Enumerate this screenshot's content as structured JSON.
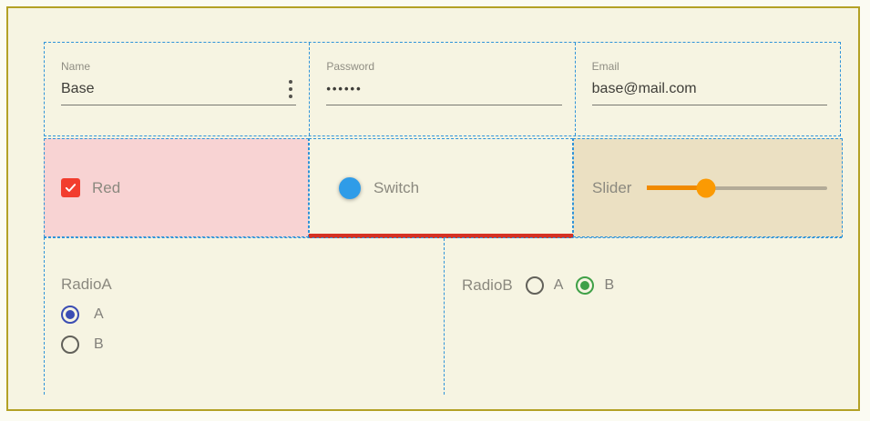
{
  "form": {
    "fields": [
      {
        "label": "Name",
        "value": "Base",
        "trailing_icon": "kebab-menu"
      },
      {
        "label": "Password",
        "value": "••••••",
        "masked": true
      },
      {
        "label": "Email",
        "value": "base@mail.com"
      }
    ],
    "checkbox": {
      "label": "Red",
      "checked": true
    },
    "switch": {
      "label": "Switch",
      "on": true
    },
    "slider": {
      "label": "Slider",
      "value_percent": 32.5
    },
    "radio_group_a": {
      "label": "RadioA",
      "orientation": "vertical",
      "options": [
        {
          "label": "A",
          "selected": true
        },
        {
          "label": "B",
          "selected": false
        }
      ]
    },
    "radio_group_b": {
      "label": "RadioB",
      "orientation": "horizontal",
      "options": [
        {
          "label": "A",
          "selected": false
        },
        {
          "label": "B",
          "selected": true
        }
      ]
    }
  },
  "colors": {
    "frame_border": "#b3a125",
    "outer_background": "#fbfbf2",
    "canvas_background": "#f6f4e2",
    "layout_guide_dashed": "#2e93d9",
    "checkbox_cell_background": "#f8d3d3",
    "slider_cell_background": "#ebe0c2",
    "error_bar": "#d53224",
    "checkbox_red": "#f23d2e",
    "switch_thumb": "#2f9ce8",
    "switch_track": "#85c5ef",
    "slider_active": "#f18a00",
    "slider_thumb": "#fb9a03",
    "slider_inactive": "#b3ab97",
    "radio_selected_a": "#3b4db3",
    "radio_selected_b": "#3fa047"
  }
}
